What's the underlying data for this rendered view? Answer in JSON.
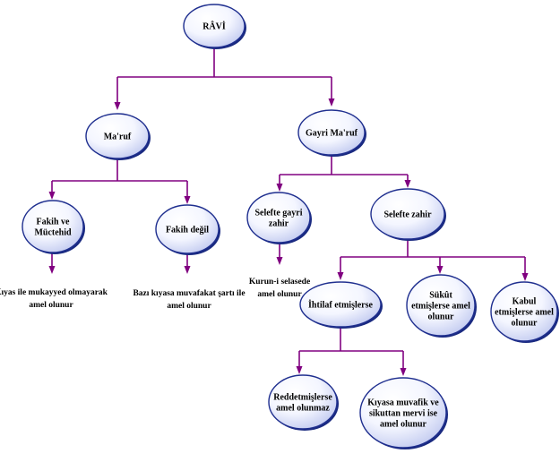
{
  "colors": {
    "connector": "#800080",
    "node_fill_light": "#ffffff",
    "node_fill_dark": "#bcc5ee",
    "node_stroke": "#1f2f8f",
    "text": "#000000"
  },
  "nodes": {
    "ravi": {
      "lines": [
        "RÂVİ"
      ]
    },
    "maruf": {
      "lines": [
        "Ma'ruf"
      ]
    },
    "gayri_maruf": {
      "lines": [
        "Gayri Ma'ruf"
      ]
    },
    "fakih_ve_muctehid": {
      "lines": [
        "Fakih ve",
        "Müctehid"
      ]
    },
    "fakih_degil": {
      "lines": [
        "Fakih değil"
      ]
    },
    "selefte_gayri_zahir": {
      "lines": [
        "Selefte gayri",
        "zahir"
      ]
    },
    "selefte_zahir": {
      "lines": [
        "Selefte zahir"
      ]
    },
    "ihtilaf_etmislerse": {
      "lines": [
        "İhtilaf etmişlerse"
      ]
    },
    "sukut_etmislerse": {
      "lines": [
        "Sükût",
        "etmişlerse amel",
        "olunur"
      ]
    },
    "kabul_etmislerse": {
      "lines": [
        "Kabul",
        "etmişlerse amel",
        "olunur"
      ]
    },
    "reddetmislerse": {
      "lines": [
        "Reddetmişlerse",
        "amel olunmaz"
      ]
    },
    "kiyasa_muvafik": {
      "lines": [
        "Kıyasa muvafik ve",
        "sikuttan mervi ise",
        "amel olunur"
      ]
    }
  },
  "notes": {
    "kiyas_ile": {
      "lines": [
        "Kıyas ile mukayyed olmayarak",
        "amel olunur"
      ]
    },
    "bazi_kiyasa": {
      "lines": [
        "Bazı kıyasa muvafakat şartı ile",
        "amel olunur"
      ]
    },
    "kurun_i_selase": {
      "lines": [
        "Kurun-i selasede",
        "amel olunur"
      ]
    }
  }
}
